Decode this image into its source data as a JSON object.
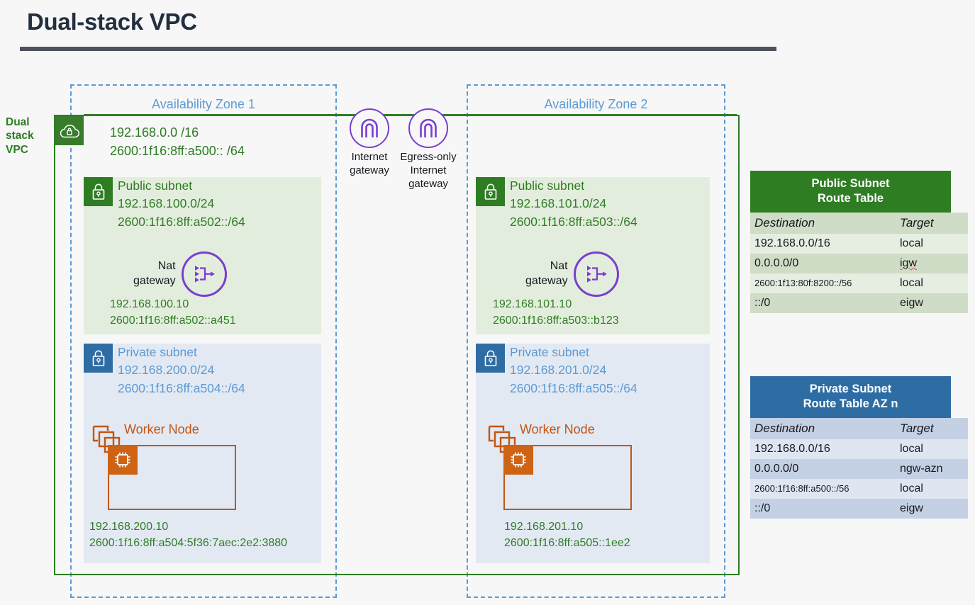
{
  "page": {
    "title": "Dual-stack VPC"
  },
  "vpc": {
    "label": "Dual stack VPC",
    "label_lines": [
      "Dual",
      "stack",
      "VPC"
    ],
    "icon": "vpc-cloud-icon",
    "cidr_ipv4": "192.168.0.0 /16",
    "cidr_ipv6": "2600:1f16:8ff:a500:: /64"
  },
  "gateways": [
    {
      "id": "internet-gateway",
      "label": "Internet gateway",
      "lines": [
        "Internet",
        "gateway"
      ],
      "icon": "internet-gateway-icon"
    },
    {
      "id": "egress-only-internet-gateway",
      "label": "Egress-only Internet gateway",
      "lines": [
        "Egress-only",
        "Internet",
        "gateway"
      ],
      "icon": "egress-only-internet-gateway-icon"
    }
  ],
  "availability_zones": [
    {
      "label": "Availability Zone 1",
      "public_subnet": {
        "title": "Public subnet",
        "cidr_ipv4": "192.168.100.0/24",
        "cidr_ipv6": "2600:1f16:8ff:a502::/64",
        "nat_gateway": {
          "label": "Nat gateway",
          "lines": [
            "Nat",
            "gateway"
          ],
          "icon": "nat-gateway-icon"
        },
        "ip_ipv4": "192.168.100.10",
        "ip_ipv6": "2600:1f16:8ff:a502::a451"
      },
      "private_subnet": {
        "title": "Private subnet",
        "cidr_ipv4": "192.168.200.0/24",
        "cidr_ipv6": "2600:1f16:8ff:a504::/64",
        "worker_node": {
          "label": "Worker Node",
          "icon": "worker-node-icon"
        },
        "ip_ipv4": "192.168.200.10",
        "ip_ipv6": "2600:1f16:8ff:a504:5f36:7aec:2e2:3880"
      }
    },
    {
      "label": "Availability Zone 2",
      "public_subnet": {
        "title": "Public subnet",
        "cidr_ipv4": "192.168.101.0/24",
        "cidr_ipv6": "2600:1f16:8ff:a503::/64",
        "nat_gateway": {
          "label": "Nat gateway",
          "lines": [
            "Nat",
            "gateway"
          ],
          "icon": "nat-gateway-icon"
        },
        "ip_ipv4": "192.168.101.10",
        "ip_ipv6": "2600:1f16:8ff:a503::b123"
      },
      "private_subnet": {
        "title": "Private subnet",
        "cidr_ipv4": "192.168.201.0/24",
        "cidr_ipv6": "2600:1f16:8ff:a505::/64",
        "worker_node": {
          "label": "Worker Node",
          "icon": "worker-node-icon"
        },
        "ip_ipv4": "192.168.201.10",
        "ip_ipv6": "2600:1f16:8ff:a505::1ee2"
      }
    }
  ],
  "route_tables": [
    {
      "id": "public-subnet-route-table",
      "title": "Public Subnet Route Table",
      "title_lines": [
        "Public Subnet",
        "Route Table"
      ],
      "columns": [
        "Destination",
        "Target"
      ],
      "rows": [
        {
          "destination": "192.168.0.0/16",
          "target": "local"
        },
        {
          "destination": "0.0.0.0/0",
          "target": "igw"
        },
        {
          "destination": "2600:1f13:80f:8200::/56",
          "target": "local"
        },
        {
          "destination": "::/0",
          "target": "eigw"
        }
      ]
    },
    {
      "id": "private-subnet-route-table",
      "title": "Private Subnet Route Table AZ n",
      "title_lines": [
        "Private Subnet",
        "Route Table AZ n"
      ],
      "columns": [
        "Destination",
        "Target"
      ],
      "rows": [
        {
          "destination": "192.168.0.0/16",
          "target": "local"
        },
        {
          "destination": "0.0.0.0/0",
          "target": "ngw-azn"
        },
        {
          "destination": "2600:1f16:8ff:a500::/56",
          "target": "local"
        },
        {
          "destination": "::/0",
          "target": "eigw"
        }
      ]
    }
  ],
  "colors": {
    "title_text": "#232f3e",
    "title_rule": "#4d525c",
    "vpc_green": "#2e7d23",
    "public_subnet_bg": "#e3eddd",
    "private_subnet_bg": "#e3e9f3",
    "private_blue": "#2e6da4",
    "az_dashed": "#5b9bd5",
    "gateway_purple": "#7a3ed0",
    "worker_orange": "#c25511",
    "chip_orange": "#ce6316"
  }
}
